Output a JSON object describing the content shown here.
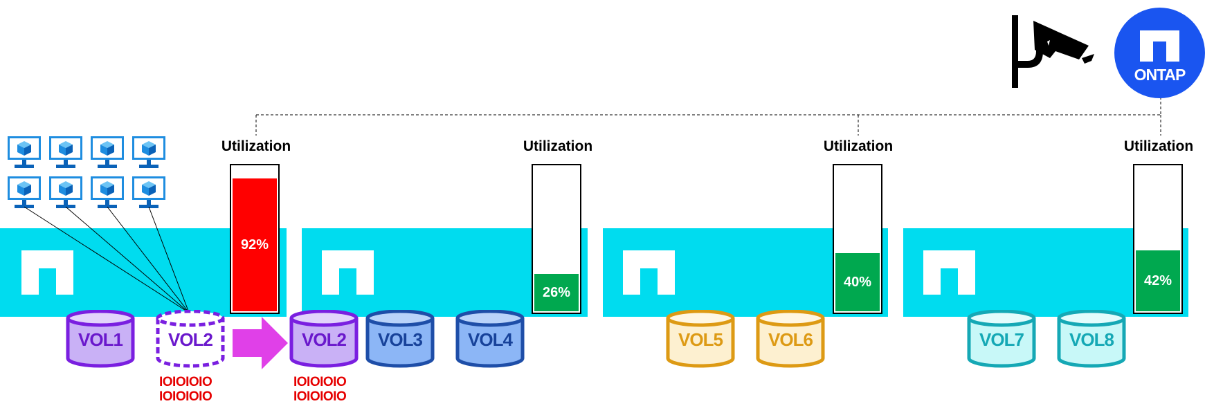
{
  "brand": {
    "logo_text": "ONTAP",
    "brand_color": "#1a55f0",
    "monitor_icon": "surveillance-camera-icon"
  },
  "colors": {
    "band": "#00dcef",
    "critical": "#ff0000",
    "healthy": "#00a84f",
    "purple": "#7a1fe0",
    "blue": "#1e4ea8",
    "orange": "#dd9a14",
    "teal": "#15a8b5",
    "migrate_arrow": "#e040e8",
    "binary": "#e60000"
  },
  "virtual_machines": {
    "icon": "virtual-machine-icon",
    "count": 8
  },
  "nodes": [
    {
      "utilization_label": "Utilization",
      "utilization_percent": 92,
      "utilization_text": "92%",
      "status": "critical"
    },
    {
      "utilization_label": "Utilization",
      "utilization_percent": 26,
      "utilization_text": "26%",
      "status": "healthy"
    },
    {
      "utilization_label": "Utilization",
      "utilization_percent": 40,
      "utilization_text": "40%",
      "status": "healthy"
    },
    {
      "utilization_label": "Utilization",
      "utilization_percent": 42,
      "utilization_text": "42%",
      "status": "healthy"
    }
  ],
  "volumes": {
    "vol1": "VOL1",
    "vol2_source": "VOL2",
    "vol2_target": "VOL2",
    "vol3": "VOL3",
    "vol4": "VOL4",
    "vol5": "VOL5",
    "vol6": "VOL6",
    "vol7": "VOL7",
    "vol8": "VOL8"
  },
  "binary_data": {
    "source_line1": "IOIOIOIO",
    "source_line2": "IOIOIOIO",
    "target_line1": "IOIOIOIO",
    "target_line2": "IOIOIOIO"
  }
}
